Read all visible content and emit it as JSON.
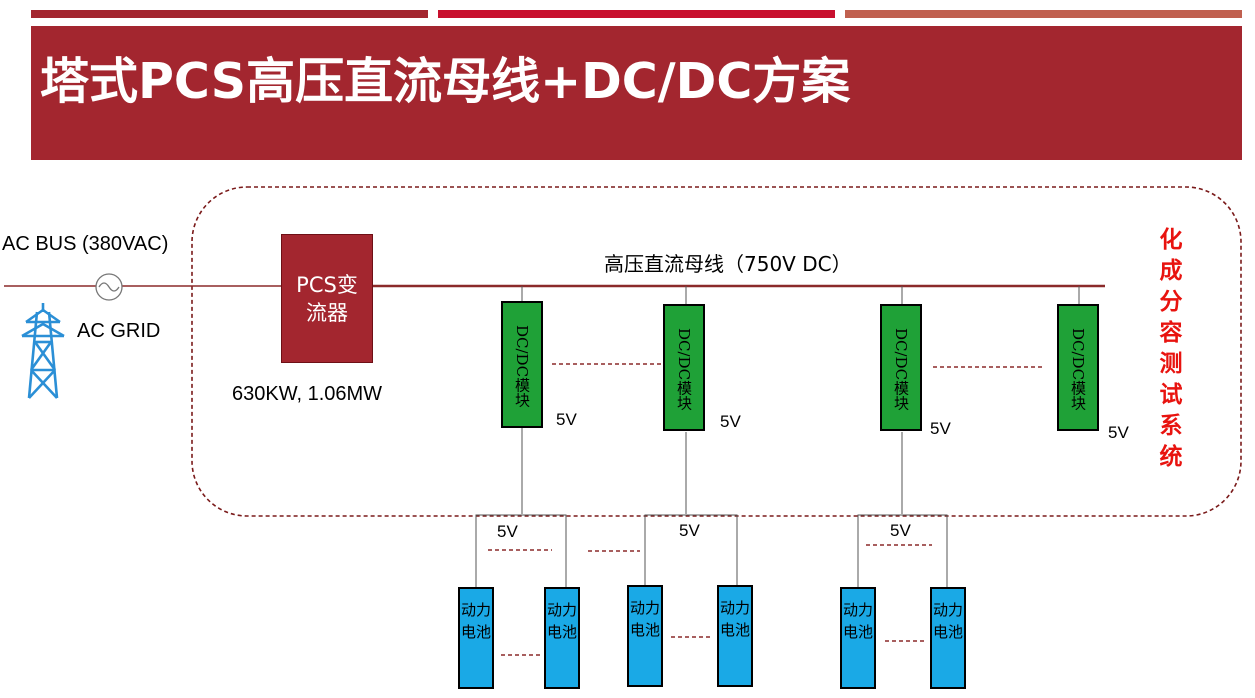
{
  "title": "塔式PCS高压直流母线+DC/DC方案",
  "colors": {
    "banner": "#a3262f",
    "dcdc": "#1fa137",
    "battery": "#1aa9e6",
    "side_text": "#e8130f"
  },
  "ac_bus_label": "AC BUS (380VAC)",
  "ac_grid_label": "AC GRID",
  "pcs_label": "PCS变流器",
  "pcs_power": "630KW, 1.06MW",
  "dc_bus_label": "高压直流母线（750V DC）",
  "dcdc_label": "DC/DC模块",
  "voltage_label": "5V",
  "battery_label": "动力电池",
  "side_label": "化成分容测试系统"
}
